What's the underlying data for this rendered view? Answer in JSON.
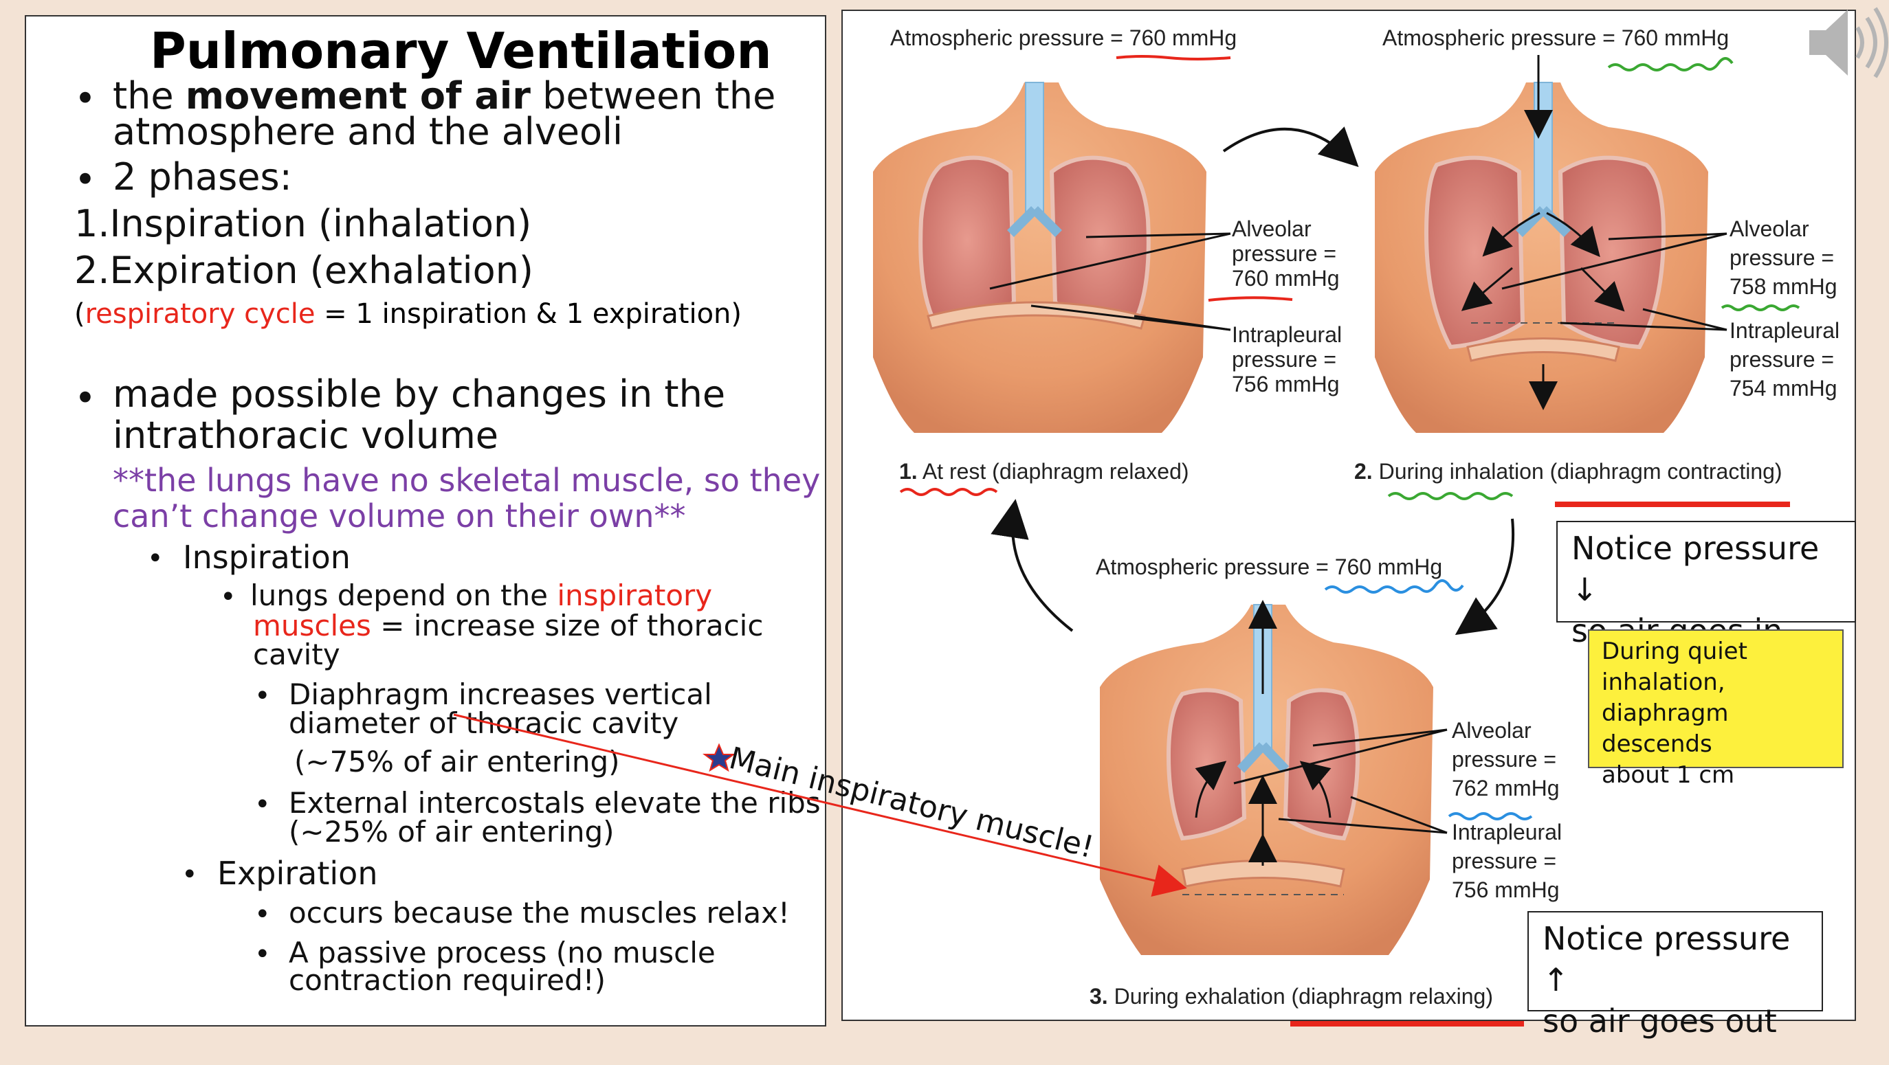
{
  "slide": {
    "title": "Pulmonary Ventilation",
    "bullet1": {
      "pre": "the ",
      "bold": "movement of air",
      "post": " between the",
      "line2": "atmosphere and the alveoli"
    },
    "bullet2": "2 phases:",
    "phase1": "1.Inspiration (inhalation)",
    "phase2": "2.Expiration (exhalation)",
    "cycle": {
      "open": "(",
      "term": "respiratory cycle",
      "rest": " = 1 inspiration & 1 expiration)"
    },
    "bullet3": {
      "line1": "made possible by changes in the",
      "line2": "intrathoracic volume"
    },
    "note": {
      "line1": "**the lungs have no skeletal muscle, so they",
      "line2": "can’t change volume on their own**"
    },
    "inspiration": {
      "label": "Inspiration",
      "depend": {
        "pre": " lungs depend on the ",
        "red1": "inspiratory",
        "red2": "muscles",
        "post": " = increase size of thoracic",
        "line3": "cavity"
      },
      "diaphragm": {
        "line1": "Diaphragm increases vertical",
        "line2": "diameter of thoracic cavity",
        "line3": "(~75% of air entering)"
      },
      "intercostals": {
        "line1": "External intercostals elevate the ribs",
        "line2": "(~25% of air entering)"
      }
    },
    "expiration": {
      "label": "Expiration",
      "relax": "occurs because the muscles relax!",
      "passive": {
        "line1": "A passive process (no muscle",
        "line2": "contraction required!)"
      }
    },
    "annotation": "Main inspiratory muscle!"
  },
  "figure": {
    "panel1": {
      "atm": "Atmospheric pressure = 760 mmHg",
      "alveolar": [
        "Alveolar",
        "pressure =",
        "760 mmHg"
      ],
      "intrapleural": [
        "Intrapleural",
        "pressure =",
        "756 mmHg"
      ],
      "num": "1.",
      "caption": "At rest (diaphragm relaxed)"
    },
    "panel2": {
      "atm": "Atmospheric pressure = 760 mmHg",
      "alveolar": [
        "Alveolar",
        "pressure =",
        "758 mmHg"
      ],
      "intrapleural": [
        "Intrapleural",
        "pressure =",
        "754 mmHg"
      ],
      "num": "2.",
      "caption": "During inhalation (diaphragm contracting)"
    },
    "panel3": {
      "atm": "Atmospheric pressure = 760 mmHg",
      "alveolar": [
        "Alveolar",
        "pressure =",
        "762 mmHg"
      ],
      "intrapleural": [
        "Intrapleural",
        "pressure =",
        "756 mmHg"
      ],
      "num": "3.",
      "caption": "During exhalation (diaphragm relaxing)"
    }
  },
  "notices": {
    "down": {
      "line1": "Notice pressure ↓",
      "line2": "so air goes in"
    },
    "up": {
      "line1": "Notice pressure ↑",
      "line2": "so air goes out"
    }
  },
  "yellow_note": [
    "During quiet",
    "inhalation,",
    "diaphragm descends",
    "about 1 cm"
  ],
  "colors": {
    "accent_red": "#e8261b",
    "purple": "#7b3fa6",
    "green": "#3aa832",
    "blue": "#2a8fe0",
    "yellow": "#fdf03d"
  },
  "icons": {
    "speaker": "speaker-icon",
    "star": "star-icon"
  }
}
